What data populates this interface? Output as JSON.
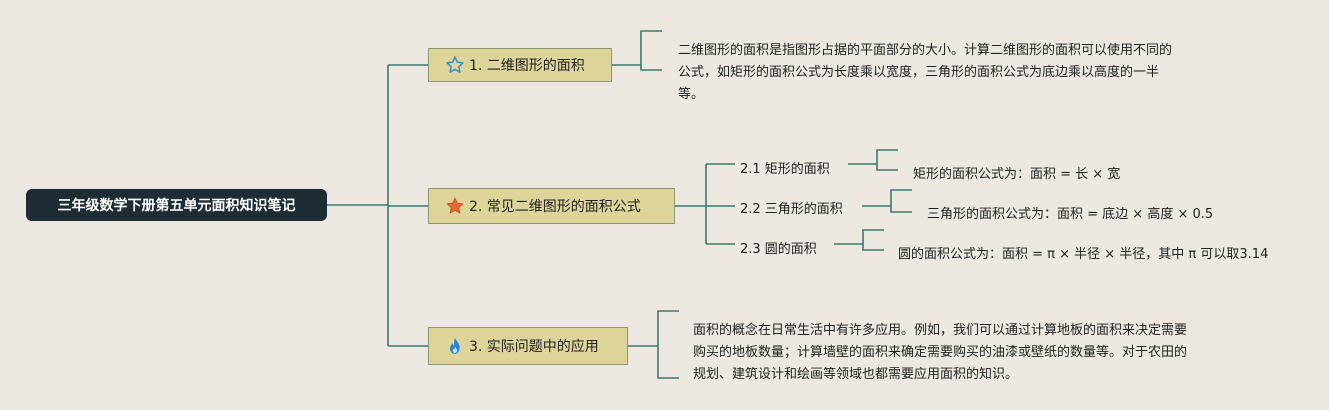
{
  "root": {
    "title": "三年级数学下册第五单元面积知识笔记"
  },
  "branches": [
    {
      "label": "1. 二维图形的面积",
      "icon": "star-outline-icon",
      "note": "二维图形的面积是指图形占据的平面部分的大小。计算二维图形的面积可以使用不同的公式，如矩形的面积公式为长度乘以宽度，三角形的面积公式为底边乘以高度的一半等。"
    },
    {
      "label": "2. 常见二维图形的面积公式",
      "icon": "star-filled-icon",
      "children": [
        {
          "label": "2.1 矩形的面积",
          "formula": "矩形的面积公式为：面积 = 长 × 宽"
        },
        {
          "label": "2.2 三角形的面积",
          "formula": "三角形的面积公式为：面积 = 底边 × 高度 × 0.5"
        },
        {
          "label": "2.3 圆的面积",
          "formula": "圆的面积公式为：面积 = π × 半径 × 半径，其中 π 可以取3.14"
        }
      ]
    },
    {
      "label": "3. 实际问题中的应用",
      "icon": "fire-icon",
      "note": "面积的概念在日常生活中有许多应用。例如，我们可以通过计算地板的面积来决定需要购买的地板数量；计算墙壁的面积来确定需要购买的油漆或壁纸的数量等。对于农田的规划、建筑设计和绘画等领域也都需要应用面积的知识。"
    }
  ],
  "colors": {
    "background": "#ece8e1",
    "root_fill": "#1e2c33",
    "branch_fill": "#ddd49a",
    "connector": "#3f7a6e",
    "star_outline": "#3a8fc7",
    "star_filled": "#e2683a",
    "fire": "#2f7fd6"
  }
}
